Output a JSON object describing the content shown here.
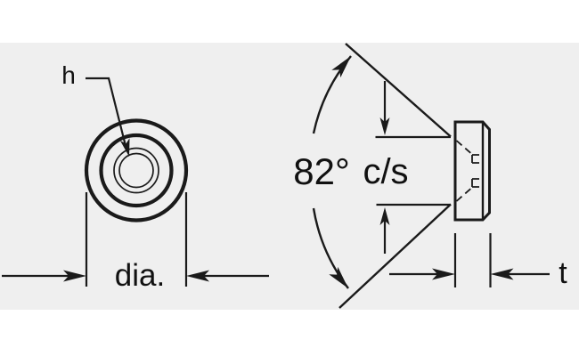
{
  "diagram": {
    "type": "technical-drawing",
    "subject": "countersunk finishing washer, front and side views",
    "labels": {
      "hole": "h",
      "diameter": "dia.",
      "angle": "82°",
      "countersink": "c/s",
      "thickness": "t"
    },
    "colors": {
      "page_background": "#ffffff",
      "drawing_background": "#efefef",
      "line": "#1a1a1a"
    }
  }
}
